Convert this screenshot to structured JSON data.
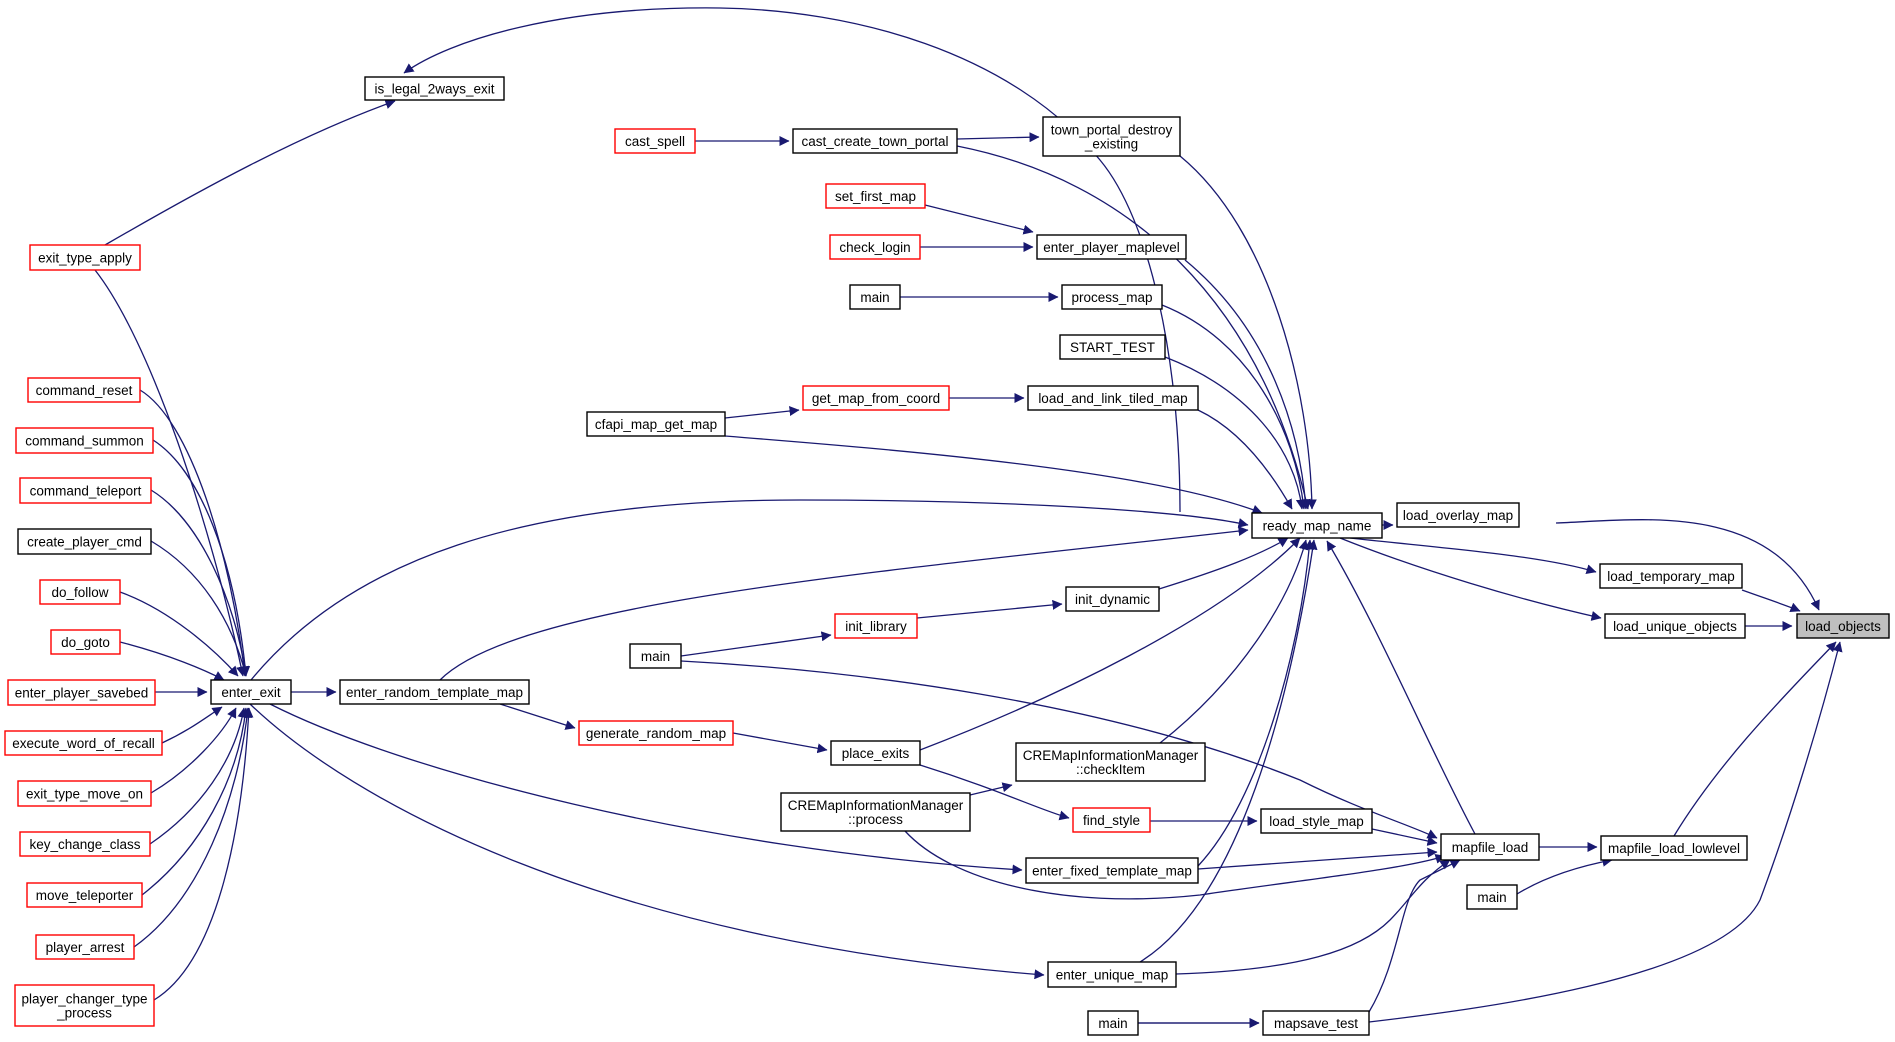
{
  "diagram": {
    "colors": {
      "edge": "#191970",
      "node_border_normal": "#000000",
      "node_border_truncated": "#ff0000",
      "node_fill_root": "#bfbfbf",
      "node_fill": "#ffffff"
    },
    "nodes": [
      {
        "id": "load_objects",
        "lines": [
          "load_objects"
        ],
        "style": "root"
      },
      {
        "id": "load_overlay_map",
        "lines": [
          "load_overlay_map"
        ],
        "style": "normal"
      },
      {
        "id": "load_temporary_map",
        "lines": [
          "load_temporary_map"
        ],
        "style": "normal"
      },
      {
        "id": "load_unique_objects",
        "lines": [
          "load_unique_objects"
        ],
        "style": "normal"
      },
      {
        "id": "mapfile_load_lowlevel",
        "lines": [
          "mapfile_load_lowlevel"
        ],
        "style": "normal"
      },
      {
        "id": "mapsave_test",
        "lines": [
          "mapsave_test"
        ],
        "style": "normal"
      },
      {
        "id": "ready_map_name",
        "lines": [
          "ready_map_name"
        ],
        "style": "normal"
      },
      {
        "id": "mapfile_load",
        "lines": [
          "mapfile_load"
        ],
        "style": "normal"
      },
      {
        "id": "main_c",
        "lines": [
          "main"
        ],
        "style": "normal"
      },
      {
        "id": "main_d",
        "lines": [
          "main"
        ],
        "style": "normal"
      },
      {
        "id": "is_legal_2ways_exit",
        "lines": [
          "is_legal_2ways_exit"
        ],
        "style": "normal"
      },
      {
        "id": "town_portal_destroy_existing",
        "lines": [
          "town_portal_destroy",
          "_existing"
        ],
        "style": "normal"
      },
      {
        "id": "cast_create_town_portal",
        "lines": [
          "cast_create_town_portal"
        ],
        "style": "normal"
      },
      {
        "id": "enter_player_maplevel",
        "lines": [
          "enter_player_maplevel"
        ],
        "style": "normal"
      },
      {
        "id": "process_map",
        "lines": [
          "process_map"
        ],
        "style": "normal"
      },
      {
        "id": "START_TEST",
        "lines": [
          "START_TEST"
        ],
        "style": "normal"
      },
      {
        "id": "load_and_link_tiled_map",
        "lines": [
          "load_and_link_tiled_map"
        ],
        "style": "normal"
      },
      {
        "id": "cfapi_map_get_map",
        "lines": [
          "cfapi_map_get_map"
        ],
        "style": "normal"
      },
      {
        "id": "init_dynamic",
        "lines": [
          "init_dynamic"
        ],
        "style": "normal"
      },
      {
        "id": "place_exits",
        "lines": [
          "place_exits"
        ],
        "style": "normal"
      },
      {
        "id": "checkItem",
        "lines": [
          "CREMapInformationManager",
          "::checkItem"
        ],
        "style": "normal"
      },
      {
        "id": "enter_fixed_template_map",
        "lines": [
          "enter_fixed_template_map"
        ],
        "style": "normal"
      },
      {
        "id": "enter_unique_map",
        "lines": [
          "enter_unique_map"
        ],
        "style": "normal"
      },
      {
        "id": "load_style_map",
        "lines": [
          "load_style_map"
        ],
        "style": "normal"
      },
      {
        "id": "cre_process",
        "lines": [
          "CREMapInformationManager",
          "::process"
        ],
        "style": "normal"
      },
      {
        "id": "enter_exit",
        "lines": [
          "enter_exit"
        ],
        "style": "normal"
      },
      {
        "id": "enter_random_template_map",
        "lines": [
          "enter_random_template_map"
        ],
        "style": "normal"
      },
      {
        "id": "main_b",
        "lines": [
          "main"
        ],
        "style": "normal"
      },
      {
        "id": "main_a",
        "lines": [
          "main"
        ],
        "style": "normal"
      },
      {
        "id": "cast_spell",
        "lines": [
          "cast_spell"
        ],
        "style": "truncated"
      },
      {
        "id": "set_first_map",
        "lines": [
          "set_first_map"
        ],
        "style": "truncated"
      },
      {
        "id": "check_login",
        "lines": [
          "check_login"
        ],
        "style": "truncated"
      },
      {
        "id": "get_map_from_coord",
        "lines": [
          "get_map_from_coord"
        ],
        "style": "truncated"
      },
      {
        "id": "init_library",
        "lines": [
          "init_library"
        ],
        "style": "truncated"
      },
      {
        "id": "generate_random_map",
        "lines": [
          "generate_random_map"
        ],
        "style": "truncated"
      },
      {
        "id": "find_style",
        "lines": [
          "find_style"
        ],
        "style": "truncated"
      },
      {
        "id": "exit_type_apply",
        "lines": [
          "exit_type_apply"
        ],
        "style": "truncated"
      },
      {
        "id": "command_reset",
        "lines": [
          "command_reset"
        ],
        "style": "truncated"
      },
      {
        "id": "command_summon",
        "lines": [
          "command_summon"
        ],
        "style": "truncated"
      },
      {
        "id": "command_teleport",
        "lines": [
          "command_teleport"
        ],
        "style": "truncated"
      },
      {
        "id": "create_player_cmd",
        "lines": [
          "create_player_cmd"
        ],
        "style": "normal"
      },
      {
        "id": "do_follow",
        "lines": [
          "do_follow"
        ],
        "style": "truncated"
      },
      {
        "id": "do_goto",
        "lines": [
          "do_goto"
        ],
        "style": "truncated"
      },
      {
        "id": "enter_player_savebed",
        "lines": [
          "enter_player_savebed"
        ],
        "style": "truncated"
      },
      {
        "id": "execute_word_of_recall",
        "lines": [
          "execute_word_of_recall"
        ],
        "style": "truncated"
      },
      {
        "id": "exit_type_move_on",
        "lines": [
          "exit_type_move_on"
        ],
        "style": "truncated"
      },
      {
        "id": "key_change_class",
        "lines": [
          "key_change_class"
        ],
        "style": "truncated"
      },
      {
        "id": "move_teleporter",
        "lines": [
          "move_teleporter"
        ],
        "style": "truncated"
      },
      {
        "id": "player_arrest",
        "lines": [
          "player_arrest"
        ],
        "style": "truncated"
      },
      {
        "id": "player_changer_type_process",
        "lines": [
          "player_changer_type",
          "_process"
        ],
        "style": "truncated"
      }
    ],
    "edges": [
      [
        "load_overlay_map",
        "load_objects"
      ],
      [
        "load_temporary_map",
        "load_objects"
      ],
      [
        "load_unique_objects",
        "load_objects"
      ],
      [
        "mapfile_load_lowlevel",
        "load_objects"
      ],
      [
        "mapsave_test",
        "load_objects"
      ],
      [
        "ready_map_name",
        "load_overlay_map"
      ],
      [
        "ready_map_name",
        "load_temporary_map"
      ],
      [
        "ready_map_name",
        "load_unique_objects"
      ],
      [
        "mapfile_load",
        "mapfile_load_lowlevel"
      ],
      [
        "main_c",
        "mapfile_load_lowlevel"
      ],
      [
        "main_d",
        "mapsave_test"
      ],
      [
        "is_legal_2ways_exit",
        "ready_map_name"
      ],
      [
        "town_portal_destroy_existing",
        "ready_map_name"
      ],
      [
        "cast_create_town_portal",
        "ready_map_name"
      ],
      [
        "enter_player_maplevel",
        "ready_map_name"
      ],
      [
        "process_map",
        "ready_map_name"
      ],
      [
        "START_TEST",
        "ready_map_name"
      ],
      [
        "load_and_link_tiled_map",
        "ready_map_name"
      ],
      [
        "cfapi_map_get_map",
        "ready_map_name"
      ],
      [
        "enter_exit",
        "ready_map_name"
      ],
      [
        "enter_random_template_map",
        "ready_map_name"
      ],
      [
        "init_dynamic",
        "ready_map_name"
      ],
      [
        "place_exits",
        "ready_map_name"
      ],
      [
        "checkItem",
        "ready_map_name"
      ],
      [
        "enter_fixed_template_map",
        "ready_map_name"
      ],
      [
        "enter_unique_map",
        "ready_map_name"
      ],
      [
        "mapfile_load",
        "ready_map_name"
      ],
      [
        "load_style_map",
        "mapfile_load"
      ],
      [
        "enter_fixed_template_map",
        "mapfile_load"
      ],
      [
        "cre_process",
        "mapfile_load"
      ],
      [
        "enter_unique_map",
        "mapfile_load"
      ],
      [
        "mapsave_test",
        "mapfile_load"
      ],
      [
        "main_b",
        "mapfile_load"
      ],
      [
        "cast_spell",
        "cast_create_town_portal"
      ],
      [
        "cast_create_town_portal",
        "town_portal_destroy_existing"
      ],
      [
        "set_first_map",
        "enter_player_maplevel"
      ],
      [
        "check_login",
        "enter_player_maplevel"
      ],
      [
        "main_a",
        "process_map"
      ],
      [
        "get_map_from_coord",
        "load_and_link_tiled_map"
      ],
      [
        "cfapi_map_get_map",
        "get_map_from_coord"
      ],
      [
        "init_library",
        "init_dynamic"
      ],
      [
        "main_b",
        "init_library"
      ],
      [
        "exit_type_apply",
        "is_legal_2ways_exit"
      ],
      [
        "enter_exit",
        "enter_random_template_map"
      ],
      [
        "enter_exit",
        "enter_fixed_template_map"
      ],
      [
        "enter_exit",
        "enter_unique_map"
      ],
      [
        "enter_random_template_map",
        "generate_random_map"
      ],
      [
        "generate_random_map",
        "place_exits"
      ],
      [
        "place_exits",
        "find_style"
      ],
      [
        "cre_process",
        "checkItem"
      ],
      [
        "find_style",
        "load_style_map"
      ],
      [
        "main_d",
        "mapsave_test"
      ],
      [
        "exit_type_apply",
        "enter_exit"
      ],
      [
        "command_reset",
        "enter_exit"
      ],
      [
        "command_summon",
        "enter_exit"
      ],
      [
        "command_teleport",
        "enter_exit"
      ],
      [
        "create_player_cmd",
        "enter_exit"
      ],
      [
        "do_follow",
        "enter_exit"
      ],
      [
        "do_goto",
        "enter_exit"
      ],
      [
        "enter_player_savebed",
        "enter_exit"
      ],
      [
        "execute_word_of_recall",
        "enter_exit"
      ],
      [
        "exit_type_move_on",
        "enter_exit"
      ],
      [
        "key_change_class",
        "enter_exit"
      ],
      [
        "move_teleporter",
        "enter_exit"
      ],
      [
        "player_arrest",
        "enter_exit"
      ],
      [
        "player_changer_type_process",
        "enter_exit"
      ]
    ]
  }
}
